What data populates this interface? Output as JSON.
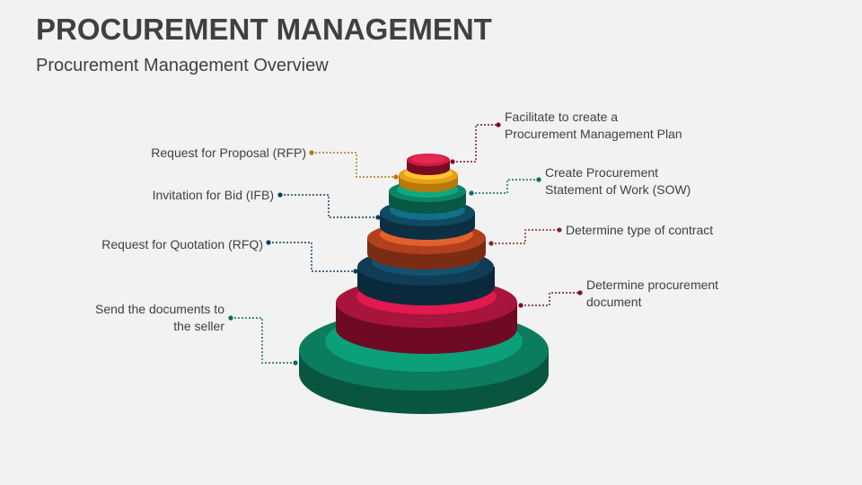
{
  "title": "PROCUREMENT MANAGEMENT",
  "subtitle": "Procurement Management Overview",
  "labels": {
    "facilitate": [
      "Facilitate to create a",
      "Procurement Management Plan"
    ],
    "sow": [
      "Create Procurement",
      "Statement of Work (SOW)"
    ],
    "contract": [
      "Determine type of contract"
    ],
    "document": [
      "Determine procurement",
      "document"
    ],
    "rfp": [
      "Request for Proposal (RFP)"
    ],
    "ifb": [
      "Invitation for Bid (IFB)"
    ],
    "rfq": [
      "Request for Quotation (RFQ)"
    ],
    "send": [
      "Send the documents to",
      "the seller"
    ]
  },
  "colors": {
    "green": "#0b8a6a",
    "crimson": "#c8174a",
    "navy": "#0f3d56",
    "orange": "#d4542a",
    "teal": "#0e6a7c",
    "gold": "#f2b11a",
    "red": "#c8173e",
    "text": "#404040"
  }
}
